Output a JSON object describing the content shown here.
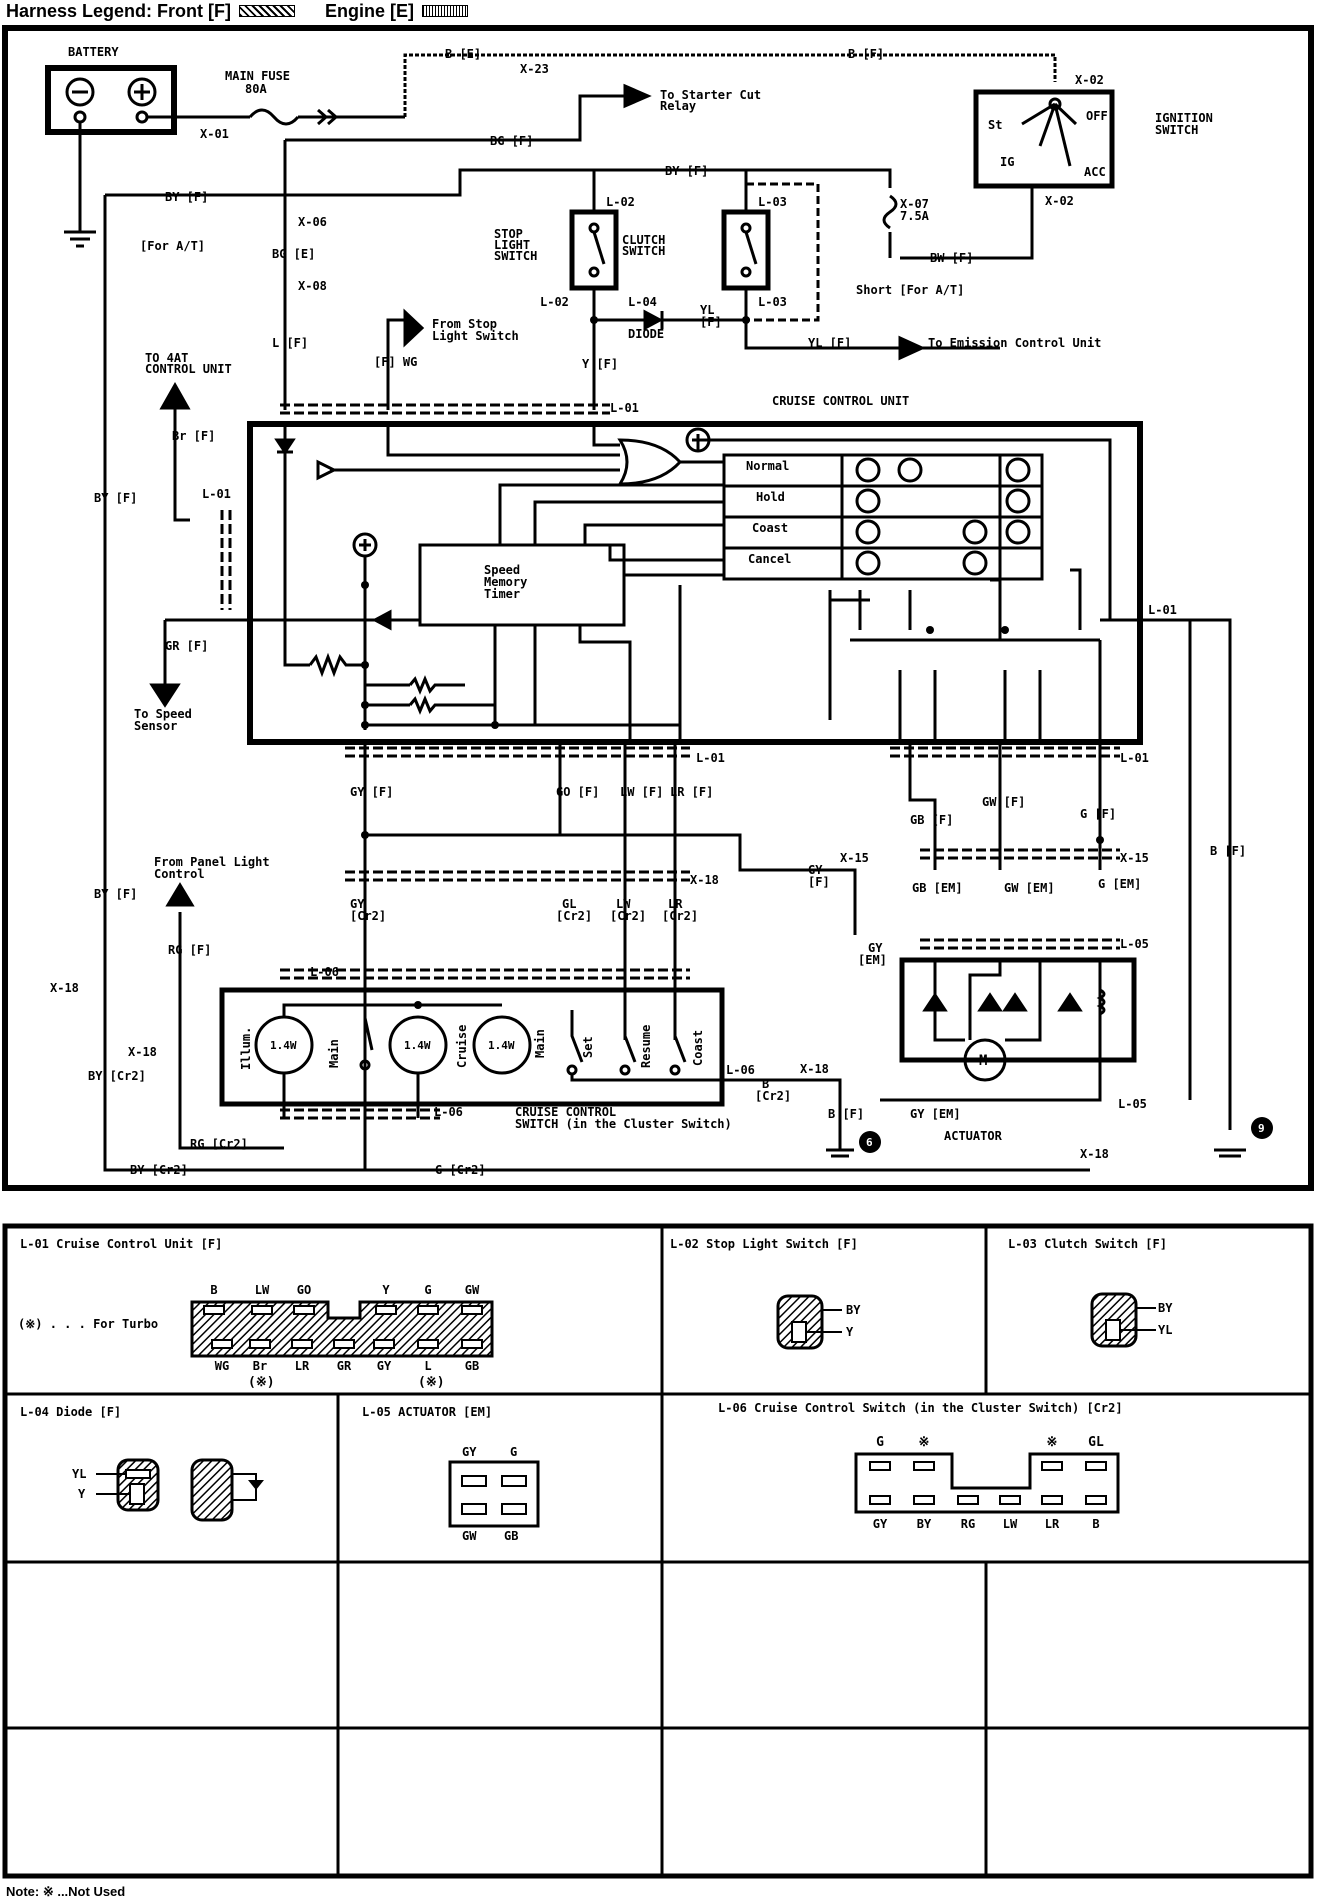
{
  "legend": {
    "text": "Harness Legend: Front [F]",
    "engine": "Engine [E]"
  },
  "note": "Note: ※ ...Not Used",
  "labels": {
    "battery": "BATTERY",
    "main_fuse": "MAIN FUSE",
    "main_fuse_rating": "80A",
    "x01": "X-01",
    "x02": "X-02",
    "x02b": "X-02",
    "x06": "X-06",
    "x08": "X-08",
    "x07": "X-07",
    "x07_rating": "7.5A",
    "x15a": "X-15",
    "x15b": "X-15",
    "x18a": "X-18",
    "x18b": "X-18",
    "x18c": "X-18",
    "x18d": "X-18",
    "x18e": "X-18",
    "x23": "X-23",
    "ign_switch": "IGNITION",
    "ign_switch2": "SWITCH",
    "ign_st": "St",
    "ign_ig": "IG",
    "ign_off": "OFF",
    "ign_acc": "ACC",
    "b_e": "B [E]",
    "b_f_top": "B [F]",
    "bg_f": "BG [F]",
    "bg_e": "BG [E]",
    "by_f_top": "BY [F]",
    "by_f_left": "BY [F]",
    "by_f_left2": "BY [F]",
    "by_f_mid": "BY [F]",
    "to_starter": "To Starter Cut",
    "to_starter2": "Relay",
    "for_at": "[For A/T]",
    "stop_light": "STOP",
    "stop_light2": "LIGHT",
    "stop_light3": "SWITCH",
    "clutch": "CLUTCH",
    "clutch2": "SWITCH",
    "l02a": "L-02",
    "l02b": "L-02",
    "l03a": "L-03",
    "l03b": "L-03",
    "l04": "L-04",
    "diode": "DIODE",
    "yl_f": "YL",
    "yl_f2": "[F]",
    "short_at": "Short [For A/T]",
    "bw_f": "BW [F]",
    "yl_f_emission": "YL [F]",
    "to_emission": "To Emission Control Unit",
    "from_stop": "From Stop",
    "from_stop2": "Light Switch",
    "f_wg": "[F] WG",
    "l_f": "L [F]",
    "y_f": "Y [F]",
    "l01_top": "L-01",
    "l01_left": "L-01",
    "l01_right": "L-01",
    "l01_bottom": "L-01",
    "l01_br": "L-01",
    "to_4at": "TO 4AT",
    "to_4at2": "CONTROL UNIT",
    "br_f": "Br [F]",
    "ccu_title": "CRUISE CONTROL UNIT",
    "normal": "Normal",
    "hold": "Hold",
    "coast": "Coast",
    "cancel": "Cancel",
    "smt1": "Speed",
    "smt2": "Memory",
    "smt3": "Timer",
    "gr_f": "GR [F]",
    "to_speed": "To Speed",
    "to_speed2": "Sensor",
    "gy_f": "GY [F]",
    "go_f": "GO [F]",
    "lw_f": "LW [F]",
    "lr_f": "LR [F]",
    "gb_f": "GB [F]",
    "gw_f": "GW [F]",
    "g_f": "G [F]",
    "b_f_right": "B [F]",
    "gy_f2": "GY",
    "gy_f2b": "[F]",
    "from_panel": "From Panel Light",
    "from_panel2": "Control",
    "rg_f": "RG [F]",
    "gy_cr2": "GY",
    "gy_cr2b": "[Cr2]",
    "gl_cr2": "GL",
    "gl_cr2b": "[Cr2]",
    "lw_cr2": "LW",
    "lw_cr2b": "[Cr2]",
    "lr_cr2": "LR",
    "lr_cr2b": "[Cr2]",
    "gb_em": "GB [EM]",
    "gw_em": "GW [EM]",
    "g_em": "G [EM]",
    "gy_em": "GY",
    "gy_em2": "[EM]",
    "l05a": "L-05",
    "l05b": "L-05",
    "l06a": "L-06",
    "l06b": "L-06",
    "l06c": "L-06",
    "by_cr2": "BY [Cr2]",
    "by_cr2b": "BY [Cr2]",
    "rg_cr2": "RG [Cr2]",
    "g_cr2": "G [Cr2]",
    "b_cr2": "B",
    "b_cr2b": "[Cr2]",
    "b_f_gnd": "B [F]",
    "gy_em_bottom": "GY [EM]",
    "cc_switch": "CRUISE CONTROL",
    "cc_switch2": "SWITCH (in the Cluster Switch)",
    "actuator": "ACTUATOR",
    "illum": "Illum.",
    "main1": "Main",
    "cruise": "Cruise",
    "main2": "Main",
    "set": "Set",
    "resume": "Resume",
    "coast_sw": "Coast",
    "w1": "1.4W",
    "w2": "1.4W",
    "w3": "1.4W",
    "motor": "M",
    "gnd6": "6",
    "gnd9": "9"
  },
  "connectors": {
    "l01": {
      "title": "L-01 Cruise Control Unit [F]",
      "turbo": "(※) . . . For Turbo",
      "top": [
        "B",
        "LW",
        "GO",
        "Y",
        "G",
        "GW"
      ],
      "bottom": [
        "WG",
        "Br",
        "LR",
        "GR",
        "GY",
        "L",
        "GB"
      ],
      "mark1": "(※)",
      "mark2": "(※)"
    },
    "l02": {
      "title": "L-02 Stop Light Switch [F]",
      "pins": [
        "BY",
        "Y"
      ]
    },
    "l03": {
      "title": "L-03 Clutch Switch [F]",
      "pins": [
        "BY",
        "YL"
      ]
    },
    "l04": {
      "title": "L-04 Diode [F]",
      "pins": [
        "YL",
        "Y"
      ]
    },
    "l05": {
      "title": "L-05 ACTUATOR [EM]",
      "top": [
        "GY",
        "G"
      ],
      "bottom": [
        "GW",
        "GB"
      ]
    },
    "l06": {
      "title": "L-06 Cruise Control Switch (in the Cluster Switch) [Cr2]",
      "top": [
        "G",
        "※",
        "※",
        "GL"
      ],
      "bottom": [
        "GY",
        "BY",
        "RG",
        "LW",
        "LR",
        "B"
      ]
    }
  }
}
